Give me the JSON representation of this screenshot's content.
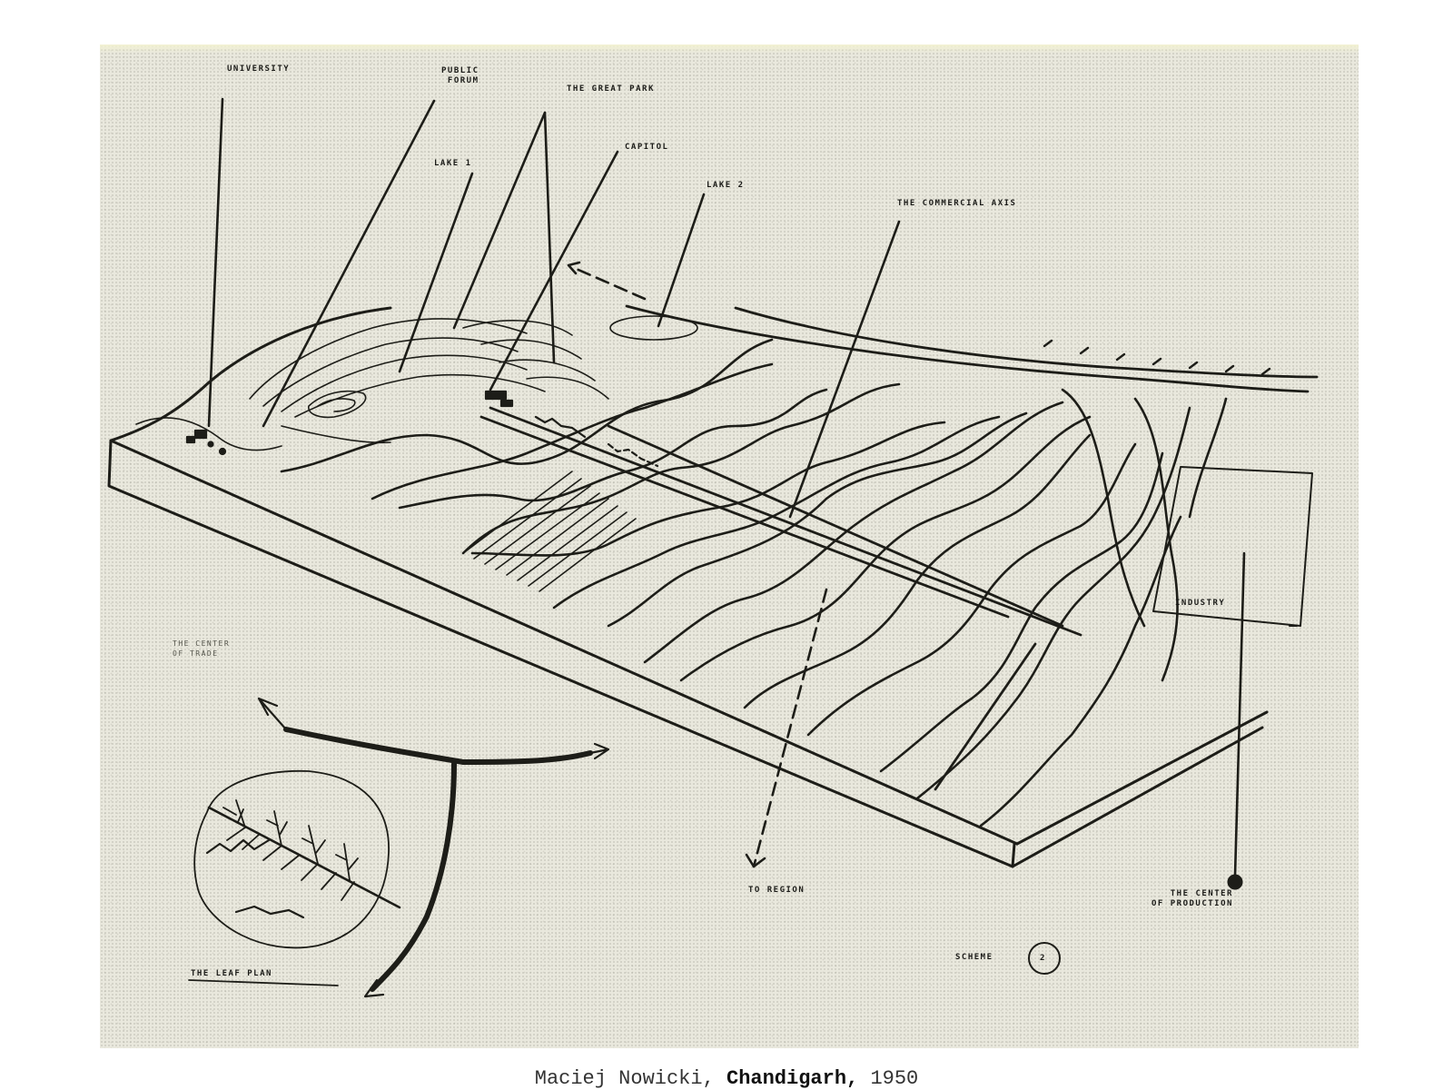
{
  "sketch": {
    "labels": {
      "university": "UNIVERSITY",
      "public_forum": "PUBLIC\nFORUM",
      "the_great_park": "THE GREAT PARK",
      "lake_1": "LAKE 1",
      "capitol": "CAPITOL",
      "lake_2": "LAKE 2",
      "the_commercial_axis": "THE COMMERCIAL AXIS",
      "the_center_of_trade": "THE CENTER\nOF TRADE",
      "industry": "INDUSTRY",
      "to_region": "TO REGION",
      "the_center_of_production": "THE CENTER\nOF PRODUCTION",
      "the_leaf_plan": "THE LEAF PLAN",
      "scheme": "SCHEME",
      "scheme_number": "2"
    }
  },
  "caption": {
    "author": "Maciej Nowicki,",
    "title": "Chandigarh,",
    "year": "1950"
  }
}
